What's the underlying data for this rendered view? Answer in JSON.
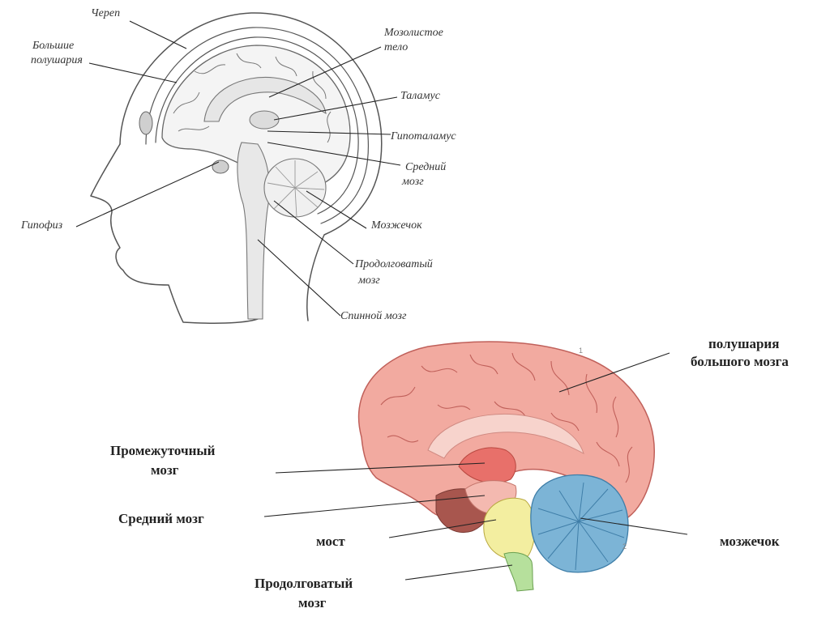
{
  "top_diagram": {
    "labels": {
      "skull": "Череп",
      "hemispheres_1": "Большие",
      "hemispheres_2": "полушария",
      "corpus_callosum_1": "Мозолистое",
      "corpus_callosum_2": "тело",
      "thalamus": "Таламус",
      "hypothalamus": "Гипоталамус",
      "midbrain_1": "Средний",
      "midbrain_2": "мозг",
      "pituitary": "Гипофиз",
      "cerebellum": "Мозжечок",
      "medulla_1": "Продолговатый",
      "medulla_2": "мозг",
      "spinal_cord": "Спинной мозг"
    }
  },
  "bottom_diagram": {
    "labels": {
      "hemispheres_1": "полушария",
      "hemispheres_2": "большого мозга",
      "diencephalon_1": "Промежуточный",
      "diencephalon_2": "мозг",
      "midbrain": "Средний мозг",
      "pons": "мост",
      "cerebellum": "мозжечок",
      "medulla_1": "Продолговатый",
      "medulla_2": "мозг"
    },
    "colors": {
      "cortex": "#f2aaa0",
      "cortex_line": "#c0605a",
      "corpus_callosum": "#f7d3cc",
      "diencephalon": "#e8706a",
      "midbrain": "#f4b9b0",
      "pons": "#f3eea0",
      "medulla": "#b6e09c",
      "cerebellum": "#7cb4d6",
      "cerebellum_line": "#3f7ea8",
      "brainstem_dark": "#a8564e"
    }
  }
}
